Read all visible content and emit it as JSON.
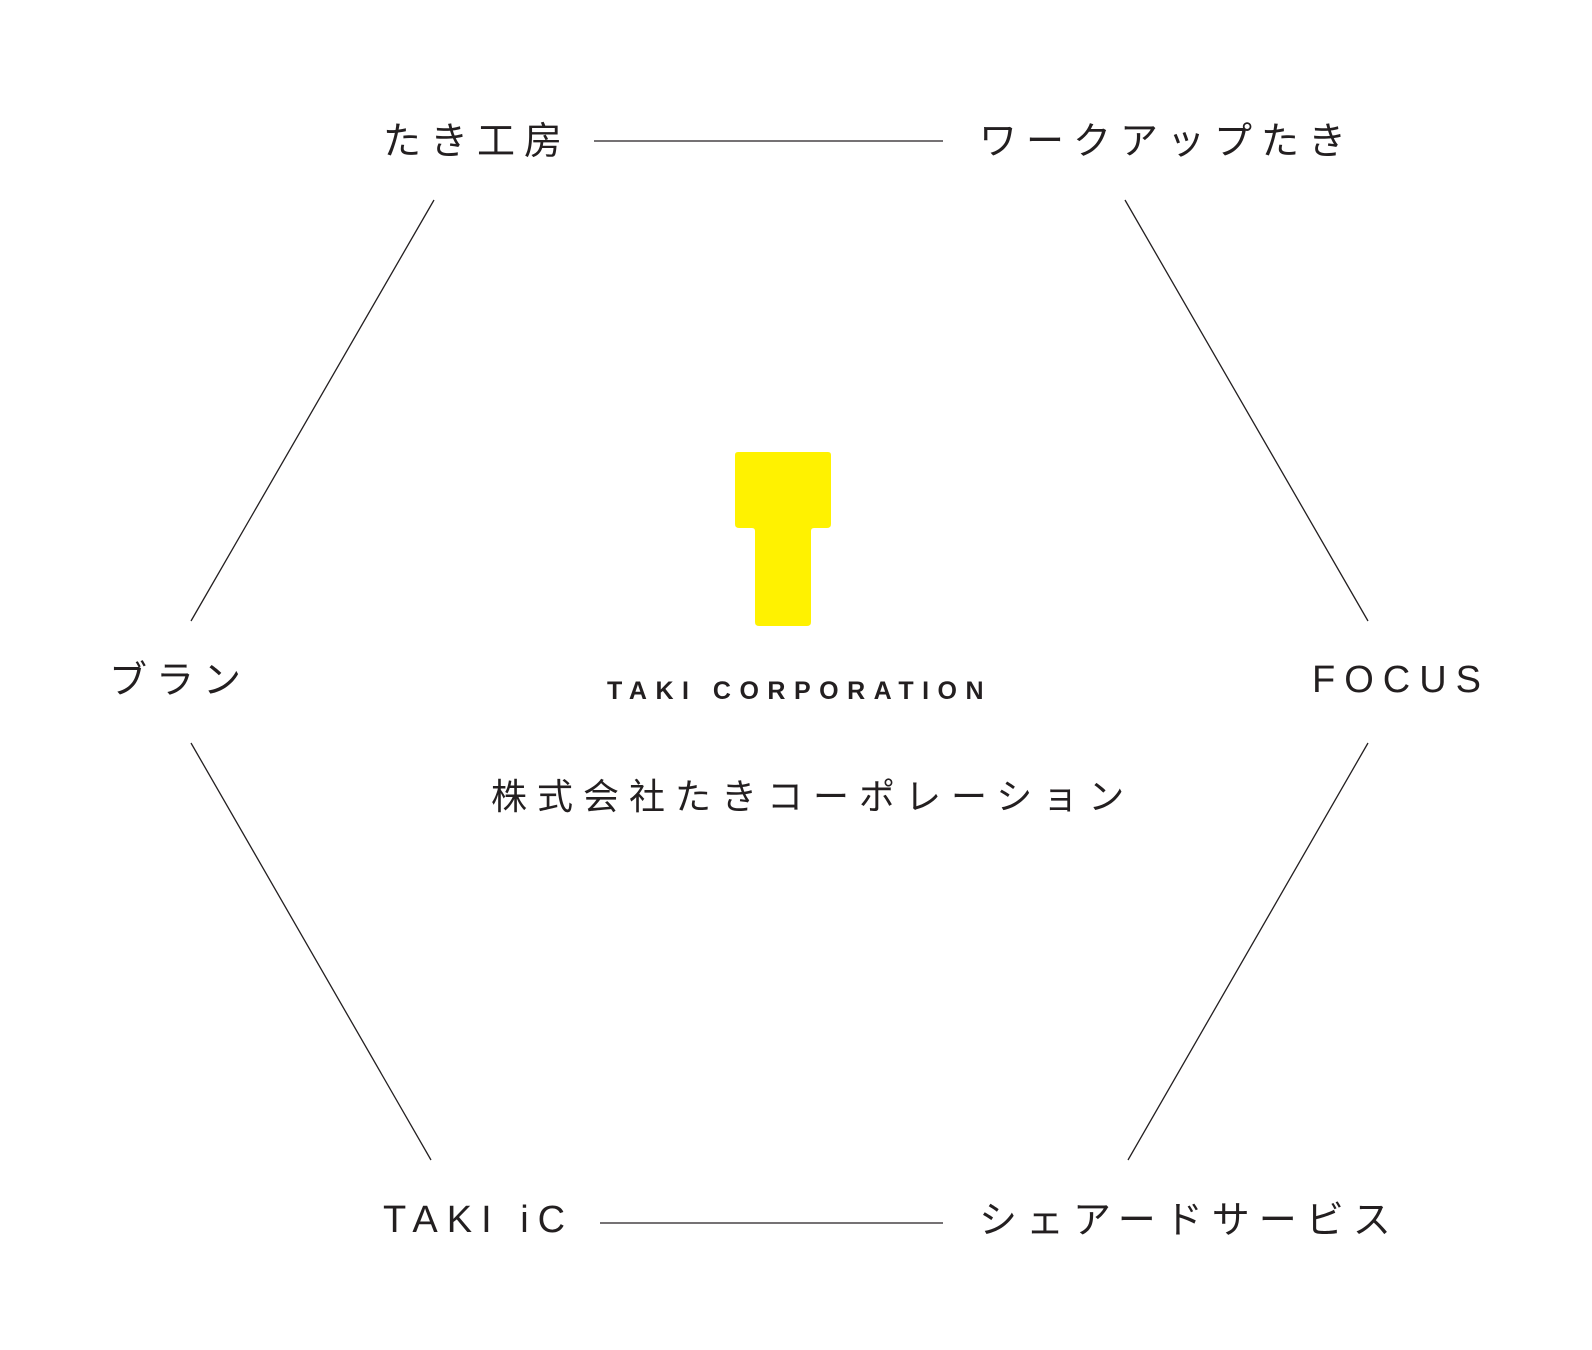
{
  "nodes": {
    "top_left": "たき工房",
    "top_right": "ワークアップたき",
    "left": "ブラン",
    "right": "FOCUS",
    "bottom_left": "TAKI iC",
    "bottom_right": "シェアードサービス"
  },
  "center": {
    "brand_name": "TAKI CORPORATION",
    "company_name": "株式会社たきコーポレーション"
  },
  "colors": {
    "logo": "#fff200",
    "line": "#231f20",
    "text": "#231f20",
    "background": "#ffffff"
  },
  "icons": {
    "logo": "taki-corporation-logo-icon"
  }
}
